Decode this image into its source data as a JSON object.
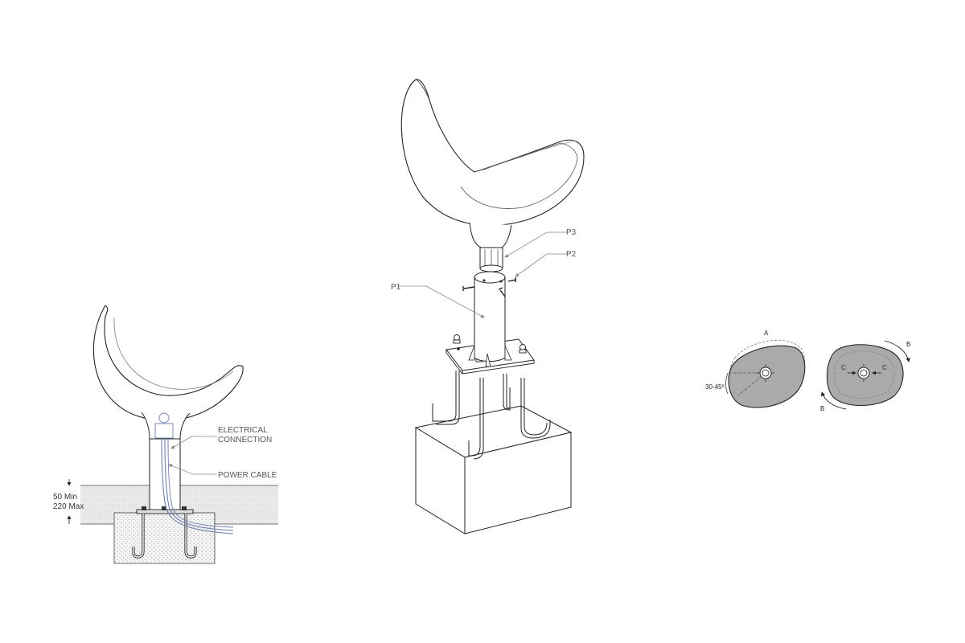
{
  "side_view": {
    "label_electrical_line1": "ELECTRICAL",
    "label_electrical_line2": "CONNECTION",
    "label_power_cable": "POWER CABLE",
    "depth_min": "50 Min",
    "depth_max": "220 Max"
  },
  "exploded_view": {
    "part_p1": "P1",
    "part_p2": "P2",
    "part_p3": "P3"
  },
  "rotation_view": {
    "label_a": "A",
    "label_angle": "30-45º",
    "label_b_top": "B",
    "label_b_bottom": "B",
    "label_c_left": "C",
    "label_c_right": "C"
  },
  "colors": {
    "line": "#222222",
    "leader": "#888888",
    "cable": "#6f7fb0",
    "seat_fill": "#aaaaaa"
  }
}
